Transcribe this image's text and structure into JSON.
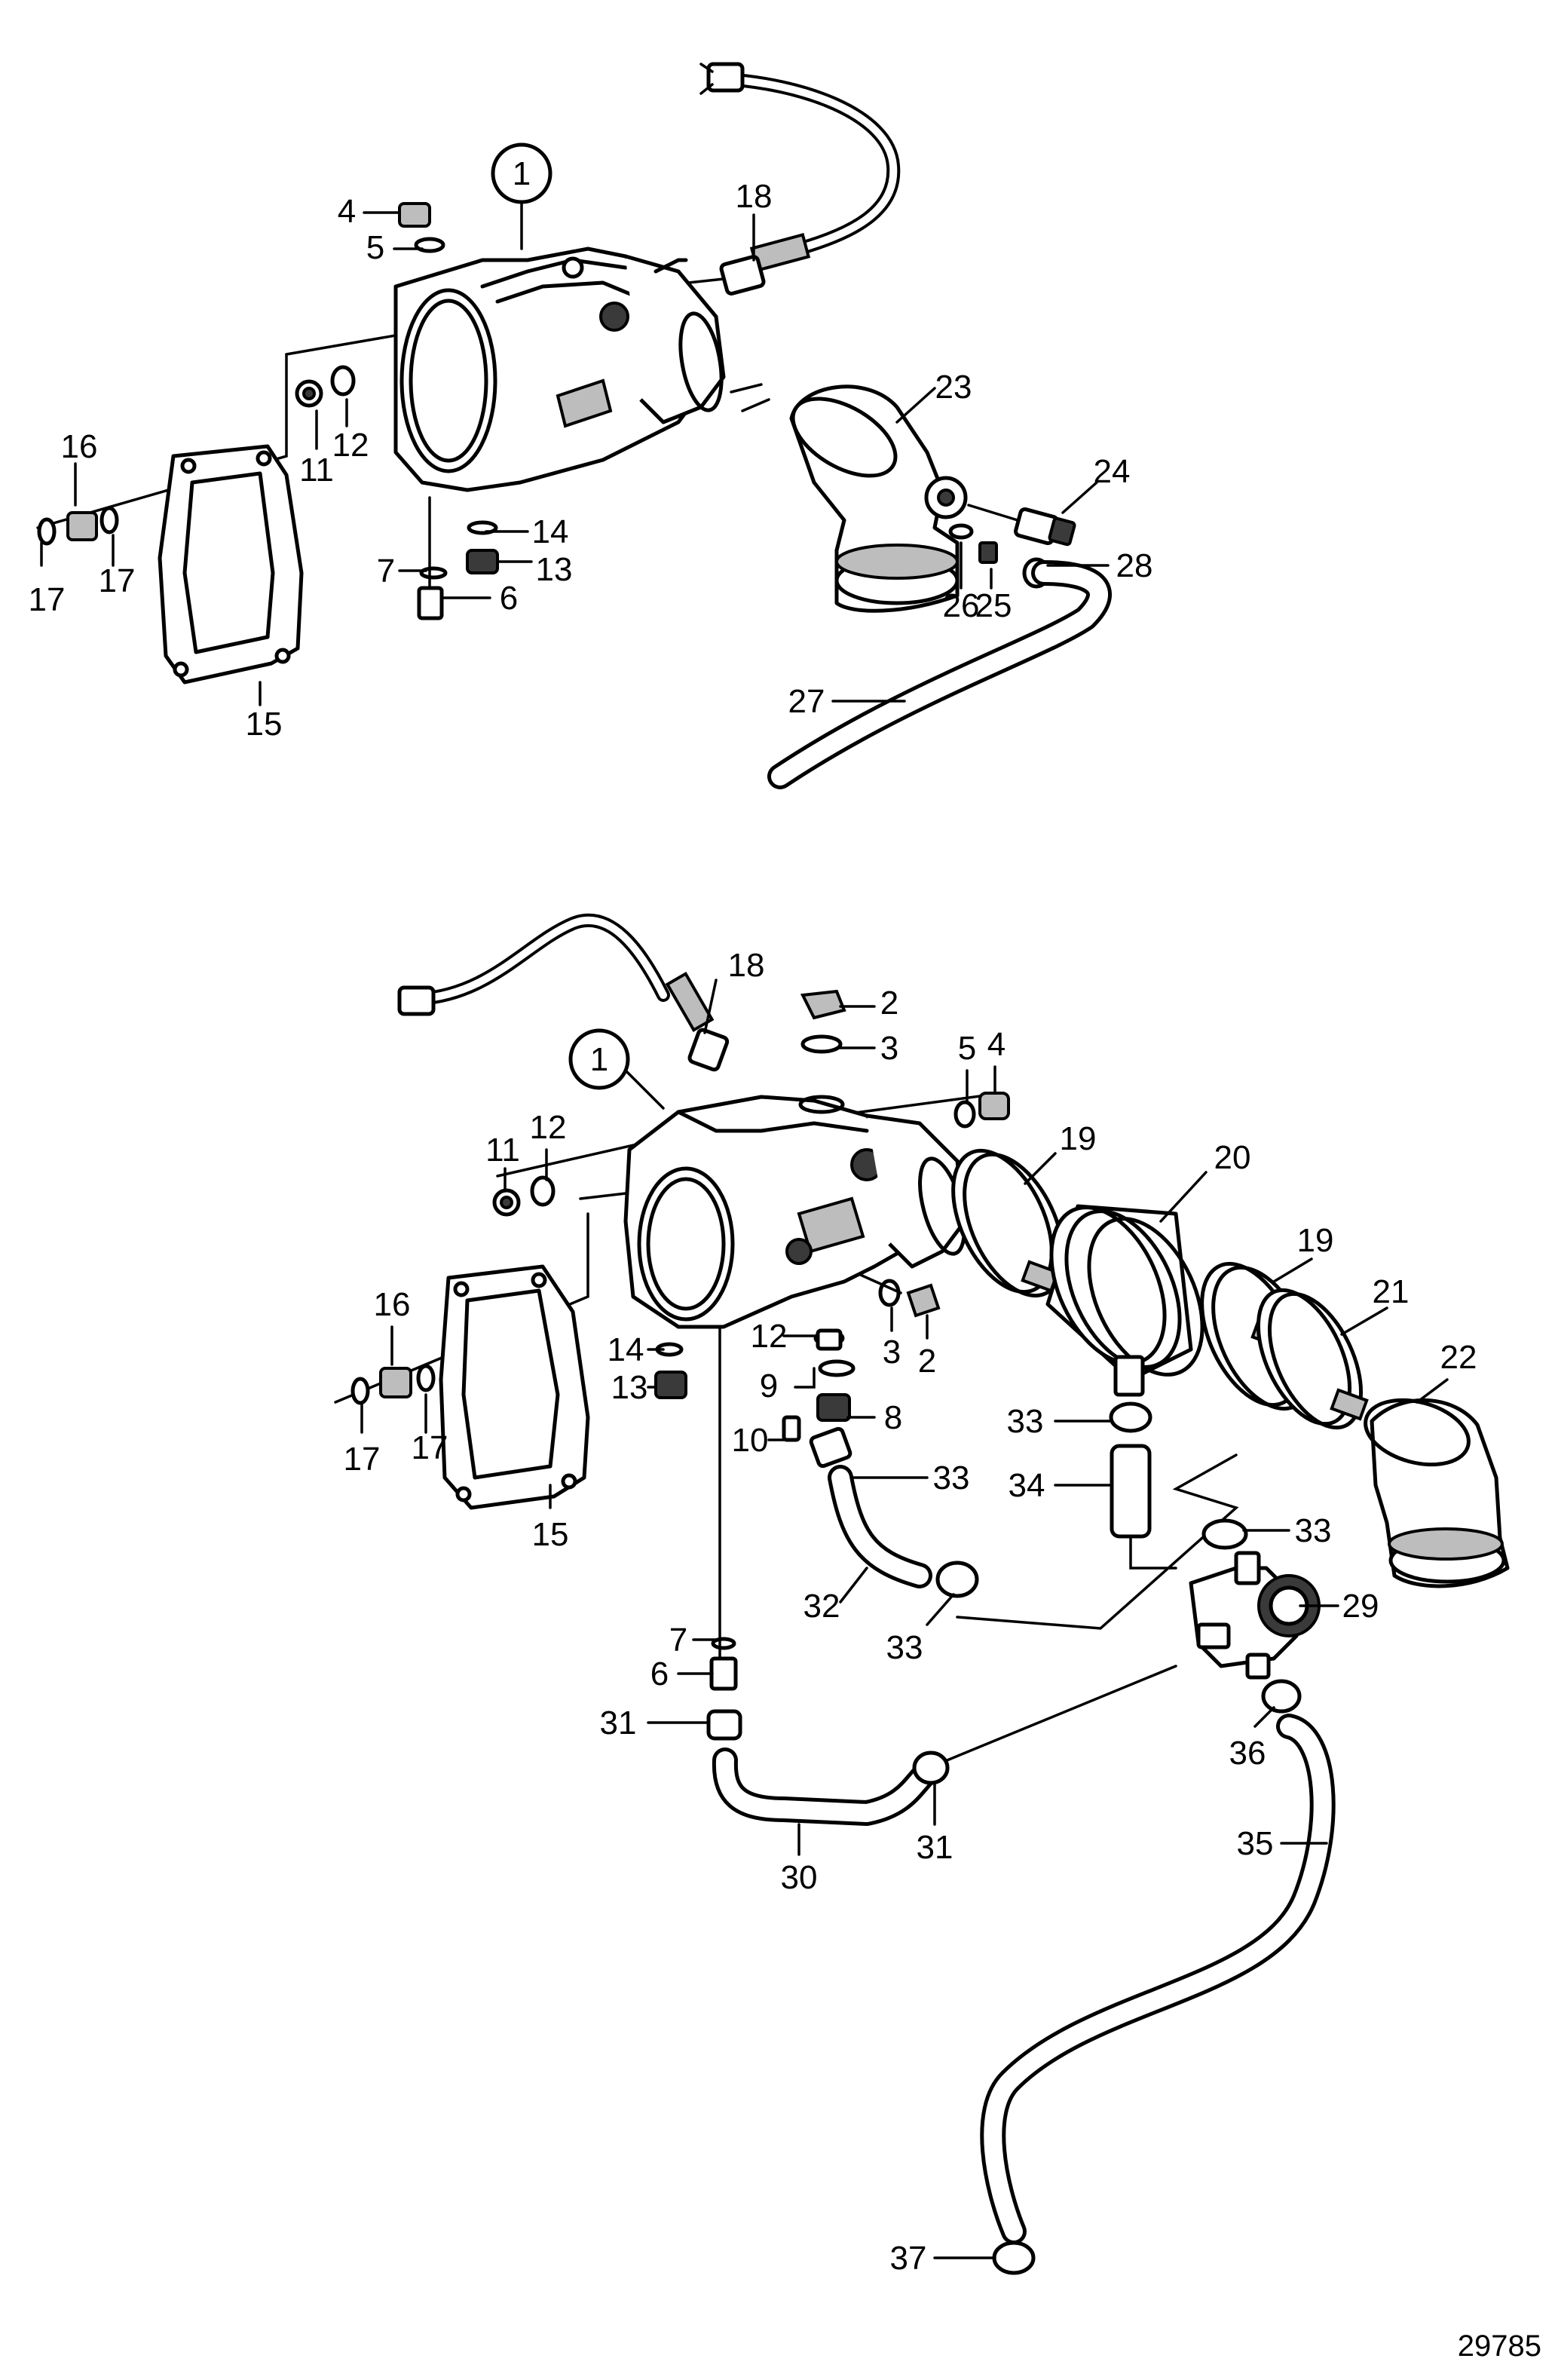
{
  "figure_number": "29785",
  "top_view": {
    "callout": "1",
    "labels": [
      {
        "text": "4"
      },
      {
        "text": "5"
      },
      {
        "text": "18"
      },
      {
        "text": "16"
      },
      {
        "text": "12"
      },
      {
        "text": "11"
      },
      {
        "text": "17"
      },
      {
        "text": "17"
      },
      {
        "text": "23"
      },
      {
        "text": "24"
      },
      {
        "text": "14"
      },
      {
        "text": "7"
      },
      {
        "text": "13"
      },
      {
        "text": "6"
      },
      {
        "text": "28"
      },
      {
        "text": "25"
      },
      {
        "text": "26"
      },
      {
        "text": "15"
      },
      {
        "text": "27"
      }
    ]
  },
  "bottom_view": {
    "callout": "1",
    "labels": [
      {
        "text": "18"
      },
      {
        "text": "2"
      },
      {
        "text": "3"
      },
      {
        "text": "5"
      },
      {
        "text": "4"
      },
      {
        "text": "12"
      },
      {
        "text": "11"
      },
      {
        "text": "19"
      },
      {
        "text": "20"
      },
      {
        "text": "19"
      },
      {
        "text": "21"
      },
      {
        "text": "16"
      },
      {
        "text": "22"
      },
      {
        "text": "3"
      },
      {
        "text": "2"
      },
      {
        "text": "12"
      },
      {
        "text": "14"
      },
      {
        "text": "9"
      },
      {
        "text": "13"
      },
      {
        "text": "33"
      },
      {
        "text": "8"
      },
      {
        "text": "10"
      },
      {
        "text": "17"
      },
      {
        "text": "17"
      },
      {
        "text": "33"
      },
      {
        "text": "34"
      },
      {
        "text": "15"
      },
      {
        "text": "33"
      },
      {
        "text": "32"
      },
      {
        "text": "29"
      },
      {
        "text": "33"
      },
      {
        "text": "7"
      },
      {
        "text": "6"
      },
      {
        "text": "31"
      },
      {
        "text": "36"
      },
      {
        "text": "35"
      },
      {
        "text": "30"
      },
      {
        "text": "31"
      },
      {
        "text": "37"
      }
    ]
  }
}
